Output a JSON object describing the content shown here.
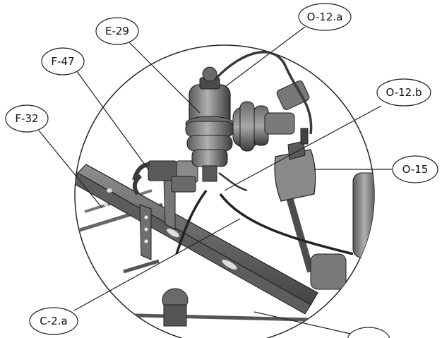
{
  "diagram": {
    "callouts": [
      {
        "id": "e29",
        "label": "E-29"
      },
      {
        "id": "o12a",
        "label": "O-12.a"
      },
      {
        "id": "f47",
        "label": "F-47"
      },
      {
        "id": "o12b",
        "label": "O-12.b"
      },
      {
        "id": "f32",
        "label": "F-32"
      },
      {
        "id": "o15",
        "label": "O-15"
      },
      {
        "id": "c2a",
        "label": "C-2.a"
      }
    ],
    "colors": {
      "metal_dark": "#4a4a4a",
      "metal_mid": "#7d7d7d",
      "metal_light": "#b9b9b9",
      "outline": "#1e1e1e",
      "background": "#ffffff"
    }
  }
}
